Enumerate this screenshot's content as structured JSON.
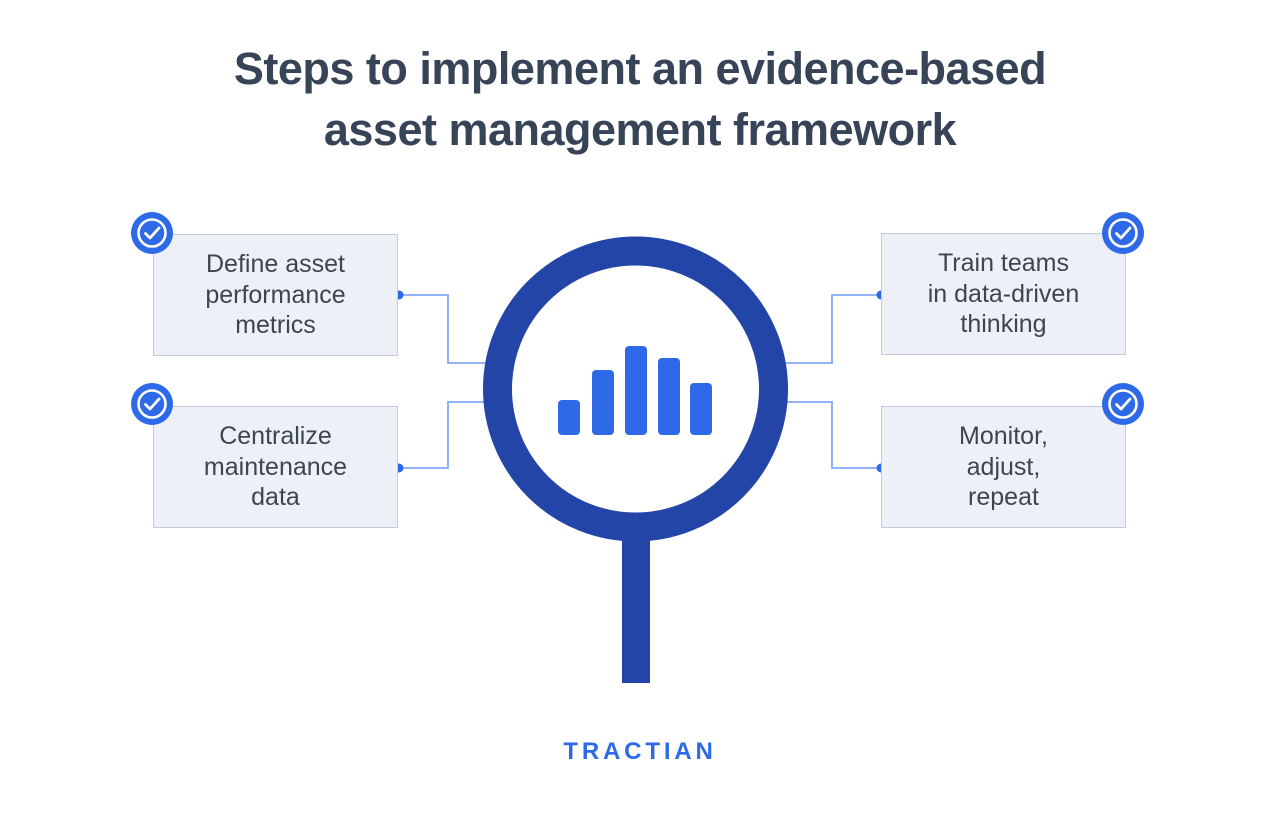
{
  "title": "Steps to implement an evidence-based\nasset management framework",
  "steps": [
    {
      "id": "define-metrics",
      "label": "Define asset\nperformance\nmetrics",
      "position": "top-left",
      "checked": true
    },
    {
      "id": "centralize-data",
      "label": "Centralize\nmaintenance\ndata",
      "position": "bottom-left",
      "checked": true
    },
    {
      "id": "train-teams",
      "label": "Train teams\nin data-driven\nthinking",
      "position": "top-right",
      "checked": true
    },
    {
      "id": "monitor-adjust",
      "label": "Monitor,\nadjust,\nrepeat",
      "position": "bottom-right",
      "checked": true
    }
  ],
  "center_icon": {
    "name": "magnifier-bar-chart-icon",
    "bar_heights": [
      35,
      65,
      89,
      77,
      52
    ]
  },
  "icons": {
    "badge": "check-circle-icon"
  },
  "colors": {
    "title_text": "#374357",
    "card_text": "#3c4554",
    "card_bg": "#edf1f7",
    "card_border": "#c3cbd9",
    "accent_blue": "#2e6ae8",
    "dark_blue": "#2445a8",
    "connector_line": "#82a9f2",
    "connector_dot": "#2e6ae8",
    "check_white": "#ffffff"
  },
  "footer": {
    "brand": "TRACTIAN"
  }
}
